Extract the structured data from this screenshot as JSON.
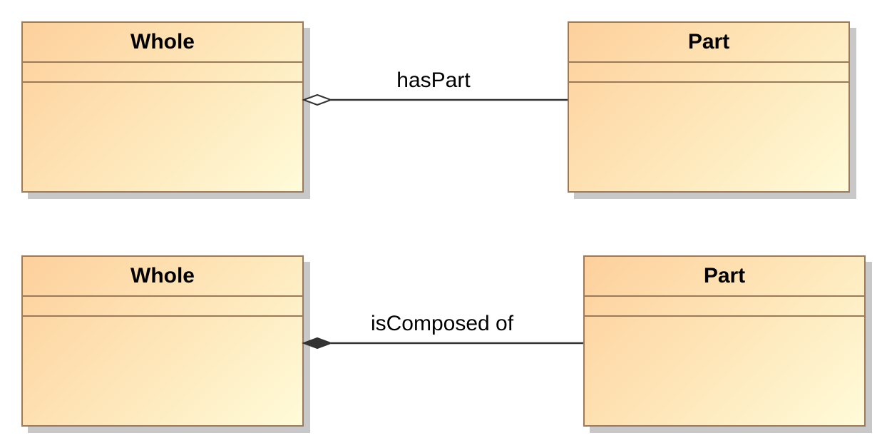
{
  "diagrams": [
    {
      "kind": "aggregation",
      "whole": {
        "name": "Whole"
      },
      "part": {
        "name": "Part"
      },
      "association_label": "hasPart",
      "whole_end_marker": "hollow-diamond"
    },
    {
      "kind": "composition",
      "whole": {
        "name": "Whole"
      },
      "part": {
        "name": "Part"
      },
      "association_label": "isComposed of",
      "whole_end_marker": "filled-diamond"
    }
  ],
  "colors": {
    "box_border": "#9a7a5a",
    "box_fill_start": "#fdd09c",
    "box_fill_end": "#fffbd9",
    "shadow": "#c8c8c8",
    "line": "#333333"
  }
}
